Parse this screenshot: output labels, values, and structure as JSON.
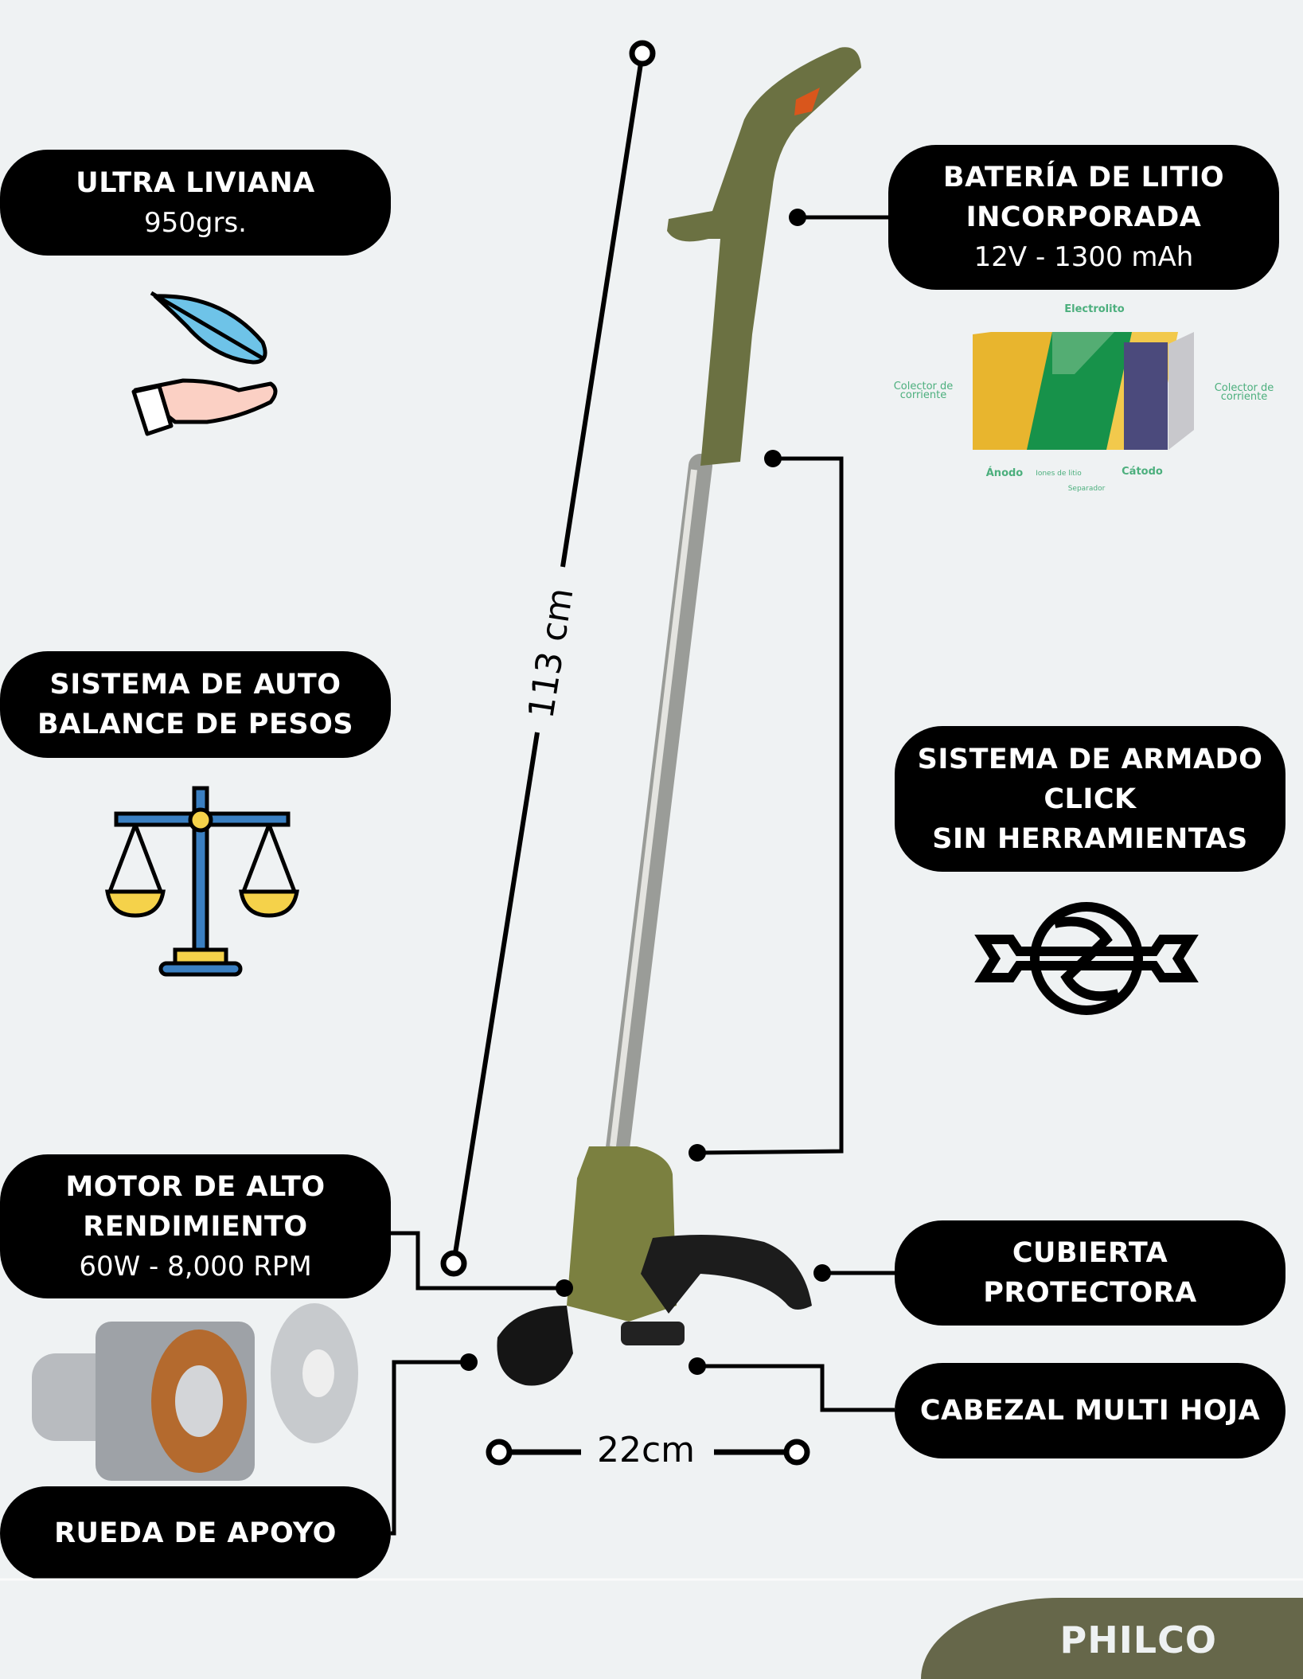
{
  "features": {
    "ultra_liviana": {
      "title": "ULTRA LIVIANA",
      "sub": "950grs."
    },
    "auto_balance": {
      "line1": "SISTEMA DE AUTO",
      "line2": "BALANCE DE PESOS"
    },
    "motor": {
      "line1": "MOTOR DE ALTO",
      "line2": "RENDIMIENTO",
      "sub": "60W - 8,000 RPM"
    },
    "rueda": {
      "title": "RUEDA DE APOYO"
    },
    "bateria": {
      "line1": "BATERÍA DE LITIO",
      "line2": "INCORPORADA",
      "sub": "12V - 1300 mAh"
    },
    "armado": {
      "line1": "SISTEMA DE ARMADO",
      "line2": "CLICK",
      "line3": "SIN HERRAMIENTAS"
    },
    "cubierta": {
      "line1": "CUBIERTA",
      "line2": "PROTECTORA"
    },
    "cabezal": {
      "title": "CABEZAL MULTI HOJA"
    }
  },
  "dimensions": {
    "height": "113 cm",
    "width": "22cm"
  },
  "battery_diagram": {
    "electrolito": "Electrolito",
    "colector_left": [
      "Colector de",
      "corriente"
    ],
    "colector_right": [
      "Colector de",
      "corriente"
    ],
    "anodo": "Ánodo",
    "iones": "Iones de litio",
    "separador": "Separador",
    "catodo": "Cátodo"
  },
  "brand": {
    "logo": "PHILCO",
    "color": "#66674a"
  },
  "colors": {
    "product_green": "#6b7142",
    "diagram_green": "#4caf7d"
  }
}
